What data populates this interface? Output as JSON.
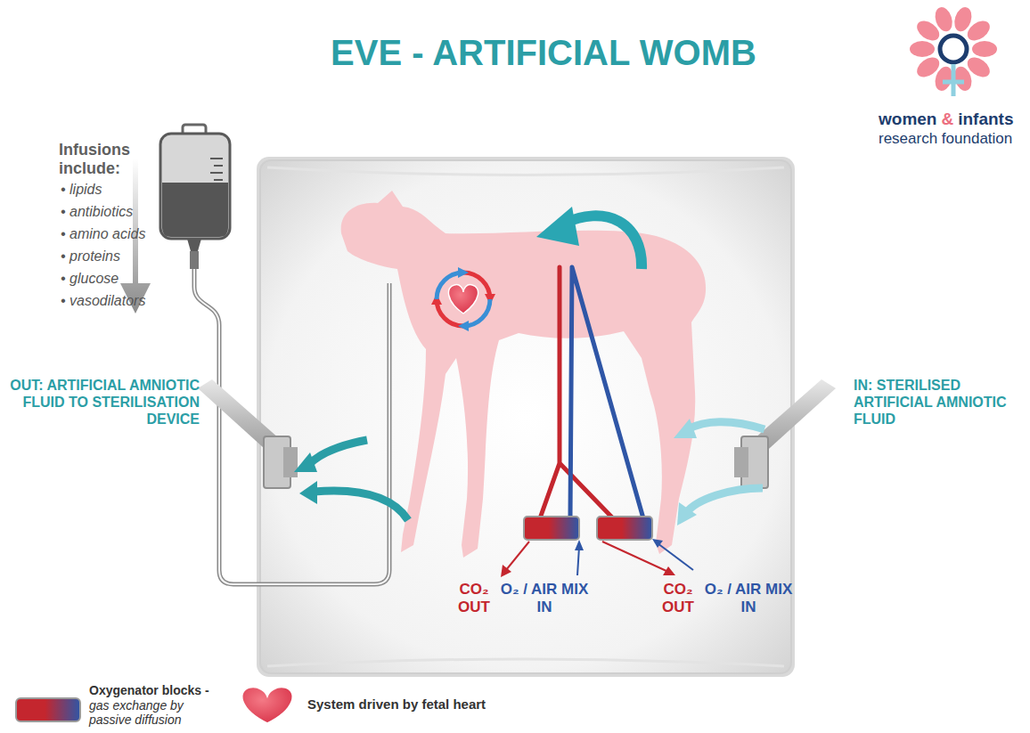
{
  "diagram": {
    "title": "EVE - ARTIFICIAL WOMB",
    "labels": [
      "women",
      "&",
      "infants",
      "research foundation",
      "Infusions include:",
      "• lipids",
      "• antibiotics",
      "• amino acids",
      "• proteins",
      "• glucose",
      "• vasodilators",
      "OUT: ARTIFICIAL AMNIOTIC FLUID TO STERILISATION DEVICE",
      "IN: STERILISED ARTIFICIAL AMNIOTIC FLUID",
      "CO₂ OUT",
      "O₂ / AIR MIX IN",
      "CO₂ OUT",
      "O₂ / AIR MIX IN"
    ],
    "legend": [
      {
        "text": "Oxygenator blocks - gas exchange by passive diffusion"
      },
      {
        "text": "System driven by fetal heart"
      }
    ]
  }
}
